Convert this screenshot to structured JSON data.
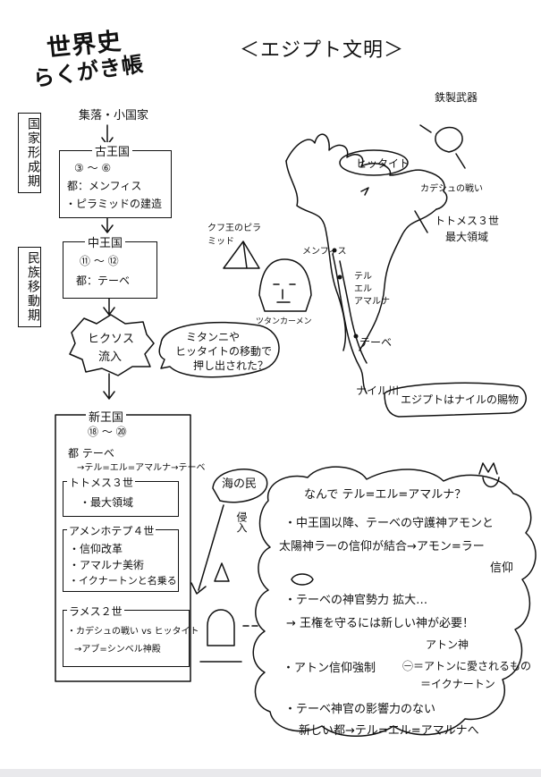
{
  "title": {
    "line1": "世界史",
    "line2": "らくがき帳"
  },
  "egypt_title": "＜エジプト文明＞",
  "side_labels": {
    "state_formation": "国家形成期",
    "migration": "民族移動期"
  },
  "flow": {
    "top": "集落・小国家",
    "old_kingdom": {
      "name": "古王国",
      "dyn": "③ 〜 ⑥",
      "capital": "都：メンフィス",
      "pyramid": "・ピラミッドの建造"
    },
    "middle_kingdom": {
      "name": "中王国",
      "dyn": "⑪ 〜 ⑫",
      "capital": "都：テーベ"
    },
    "hyksos": {
      "name": "ヒクソス",
      "sub": "流入"
    },
    "hyksos_note": {
      "line1": "ミタンニや",
      "line2": "ヒッタイトの移動で",
      "line3": "押し出された？"
    },
    "new_kingdom": {
      "name": "新王国",
      "dyn": "⑱ 〜 ⑳",
      "capital1": "都 テーベ",
      "capital2": "→テル=エル=アマルナ→テーベ",
      "thutmose_title": "トトメス３世",
      "thutmose_desc": "・最大領域",
      "amenhotep_title": "アメンホテプ４世",
      "amenhotep_l1": "・信仰改革",
      "amenhotep_l2": "・アマルナ美術",
      "amenhotep_l3": "・イクナートンと名乗る",
      "ramesses_title": "ラメス２世",
      "ramesses_l1": "・カデシュの戦い vs ヒッタイト",
      "ramesses_l2": "→アブ=シンベル神殿"
    },
    "sea_peoples": "海の民",
    "invasion": "侵入"
  },
  "map": {
    "iron": "鉄製武器",
    "hittite": "ヒッタイト",
    "kadesh": "カデシュの戦い",
    "thutmose": "トトメス３世",
    "thutmose_sub": "最大領域",
    "khufu": "クフ王のピラミッド",
    "memphis": "メンフィス",
    "amarna1": "テル",
    "amarna2": "エル",
    "amarna3": "アマルナ",
    "thebes": "テーベ",
    "tut": "ツタンカーメン",
    "nile": "ナイル川",
    "nile_gift": "エジプトはナイルの賜物"
  },
  "cloud": {
    "q": "なんで テル=エル=アマルナ？",
    "p1a": "・中王国以降、テーベの守護神アモンと",
    "p1b": "太陽神ラーの信仰が結合→アモン=ラー",
    "p1c": "信仰",
    "p2a": "・テーベの神官勢力 拡大…",
    "p2b": "→ 王権を守るには新しい神が必要！",
    "p3label": "アトン神",
    "p3a": "・アトン信仰強制",
    "p3b": "㊀＝アトンに愛されるもの",
    "p3c": "＝イクナートン",
    "p4a": "・テーベ神官の影響力のない",
    "p4b": "新しい都→テル=エル=アマルナへ"
  }
}
